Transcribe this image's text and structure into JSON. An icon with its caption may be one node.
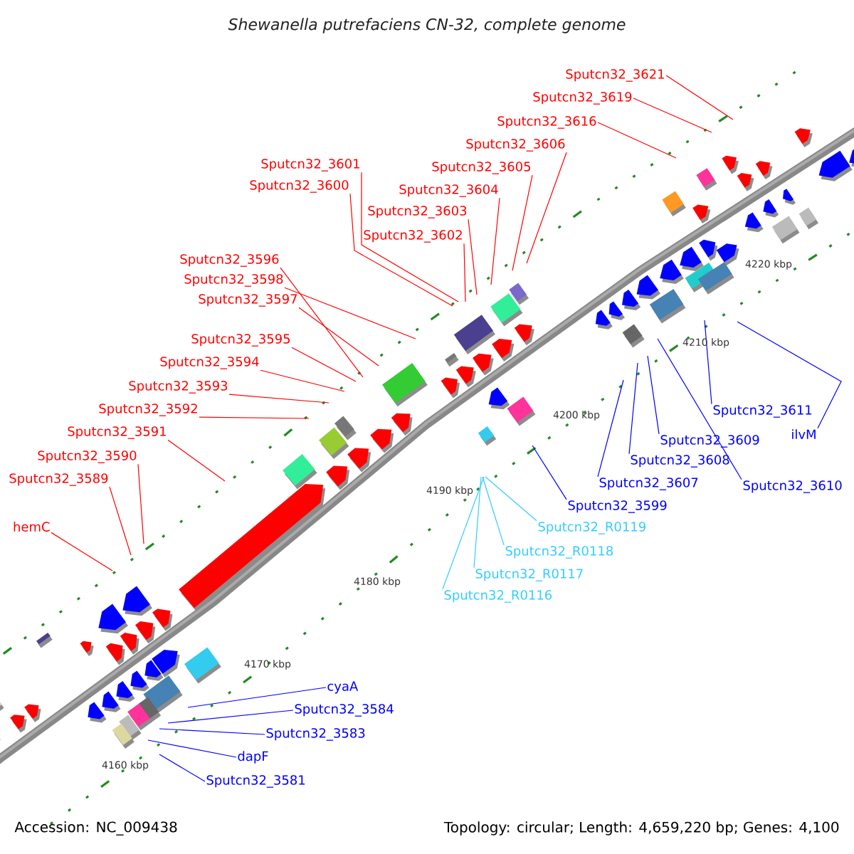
{
  "diagram": {
    "title": "Shewanella putrefaciens CN-32, complete genome",
    "nodes": [
      {
        "text": [
          "Sputcn32_3621"
        ]
      },
      {
        "text": [
          "Sputcn32_3619"
        ]
      },
      {
        "text": [
          "Sputcn32_3616"
        ]
      },
      {
        "text": [
          "Sputcn32_3606"
        ]
      },
      {
        "text": [
          "Sputcn32_3601"
        ]
      },
      {
        "text": [
          "Sputcn32_3605"
        ]
      },
      {
        "text": [
          "Sputcn32_3600"
        ]
      },
      {
        "text": [
          "Sputcn32_3604"
        ]
      },
      {
        "text": [
          "Sputcn32_3603"
        ]
      },
      {
        "text": [
          "Sputcn32_3602"
        ]
      },
      {
        "text": [
          "Sputcn32_3596"
        ]
      },
      {
        "text": [
          "Sputcn32_3598"
        ]
      },
      {
        "text": [
          "Sputcn32_3597"
        ]
      },
      {
        "text": [
          "Sputcn32_3595"
        ]
      },
      {
        "text": [
          "Sputcn32_3594"
        ]
      },
      {
        "text": [
          "Sputcn32_3593"
        ]
      },
      {
        "text": [
          "Sputcn32_3592"
        ]
      },
      {
        "text": [
          "Sputcn32_3591"
        ]
      },
      {
        "text": [
          "Sputcn32_3590"
        ]
      },
      {
        "text": [
          "Sputcn32_3589"
        ]
      },
      {
        "text": [
          "hemC"
        ]
      },
      {
        "text": [
          "Sputcn32_3611"
        ]
      },
      {
        "text": [
          "ilvM"
        ]
      },
      {
        "text": [
          "Sputcn32_3609"
        ]
      },
      {
        "text": [
          "Sputcn32_3608"
        ]
      },
      {
        "text": [
          "Sputcn32_3607"
        ]
      },
      {
        "text": [
          "Sputcn32_3610"
        ]
      },
      {
        "text": [
          "Sputcn32_3599"
        ]
      },
      {
        "text": [
          "Sputcn32_R0119"
        ]
      },
      {
        "text": [
          "Sputcn32_R0118"
        ]
      },
      {
        "text": [
          "Sputcn32_R0117"
        ]
      },
      {
        "text": [
          "Sputcn32_R0116"
        ]
      },
      {
        "text": [
          "cyaA"
        ]
      },
      {
        "text": [
          "Sputcn32_3584"
        ]
      },
      {
        "text": [
          "Sputcn32_3583"
        ]
      },
      {
        "text": [
          "dapF"
        ]
      },
      {
        "text": [
          "Sputcn32_3581"
        ]
      }
    ],
    "edges": [
      {
        "from": 0,
        "to": null,
        "arrow": "none"
      },
      {
        "from": 1,
        "to": null,
        "arrow": "none"
      },
      {
        "from": 2,
        "to": null,
        "arrow": "none"
      },
      {
        "from": 3,
        "to": null,
        "arrow": "none"
      },
      {
        "from": 4,
        "to": null,
        "arrow": "none"
      },
      {
        "from": 5,
        "to": null,
        "arrow": "none"
      },
      {
        "from": 6,
        "to": null,
        "arrow": "none"
      },
      {
        "from": 7,
        "to": null,
        "arrow": "none"
      },
      {
        "from": 8,
        "to": null,
        "arrow": "none"
      },
      {
        "from": 9,
        "to": null,
        "arrow": "none"
      },
      {
        "from": 10,
        "to": null,
        "arrow": "none"
      },
      {
        "from": 11,
        "to": null,
        "arrow": "none"
      },
      {
        "from": 12,
        "to": null,
        "arrow": "none"
      },
      {
        "from": 13,
        "to": null,
        "arrow": "none"
      },
      {
        "from": 14,
        "to": null,
        "arrow": "none"
      },
      {
        "from": 15,
        "to": null,
        "arrow": "none"
      },
      {
        "from": 16,
        "to": null,
        "arrow": "none"
      },
      {
        "from": 17,
        "to": null,
        "arrow": "none"
      },
      {
        "from": 18,
        "to": null,
        "arrow": "none"
      },
      {
        "from": 19,
        "to": null,
        "arrow": "none"
      },
      {
        "from": 20,
        "to": null,
        "arrow": "none"
      },
      {
        "from": 21,
        "to": null,
        "arrow": "none",
        "color": "#0000ff"
      },
      {
        "from": 22,
        "to": null,
        "arrow": "none",
        "color": "#0000ff"
      },
      {
        "from": 23,
        "to": null,
        "arrow": "none",
        "color": "#0000ff"
      },
      {
        "from": 24,
        "to": null,
        "arrow": "none",
        "color": "#0000ff"
      },
      {
        "from": 25,
        "to": null,
        "arrow": "none",
        "color": "#0000ff"
      },
      {
        "from": 26,
        "to": null,
        "arrow": "none",
        "color": "#0000ff"
      },
      {
        "from": 27,
        "to": null,
        "arrow": "none",
        "color": "#0000ff"
      },
      {
        "from": 28,
        "to": null,
        "arrow": "none",
        "color": "#33ccff"
      },
      {
        "from": 29,
        "to": null,
        "arrow": "none",
        "color": "#33ccff"
      },
      {
        "from": 30,
        "to": null,
        "arrow": "none",
        "color": "#33ccff"
      },
      {
        "from": 31,
        "to": null,
        "arrow": "none",
        "color": "#33ccff"
      },
      {
        "from": 32,
        "to": null,
        "arrow": "none",
        "color": "#0000ff"
      },
      {
        "from": 33,
        "to": null,
        "arrow": "none",
        "color": "#0000ff"
      },
      {
        "from": 34,
        "to": null,
        "arrow": "none",
        "color": "#0000ff"
      },
      {
        "from": 35,
        "to": null,
        "arrow": "none",
        "color": "#0000ff"
      },
      {
        "from": 36,
        "to": null,
        "arrow": "none",
        "color": "#0000ff"
      }
    ],
    "labels": [
      "4220 kbp",
      "4210 kbp",
      "4200 kbp",
      "4190 kbp",
      "4180 kbp",
      "4170 kbp",
      "4160 kbp",
      "Accession: NC_009438",
      "Topology: circular; Length: 4,659,220 bp; Genes: 4,100"
    ]
  }
}
